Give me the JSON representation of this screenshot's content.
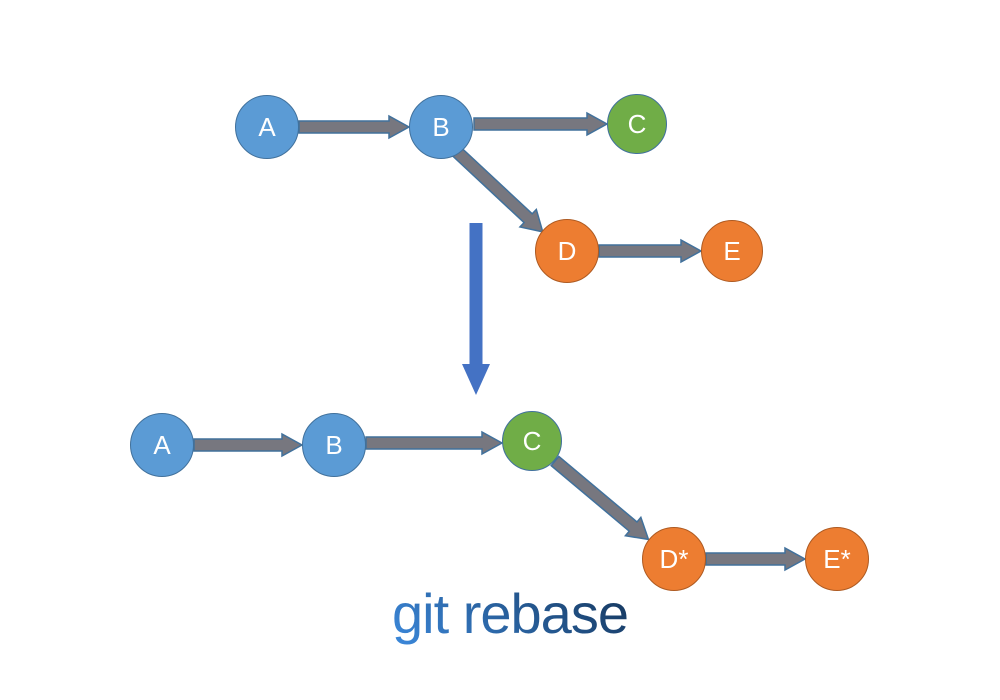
{
  "caption": {
    "text": "git rebase"
  },
  "colors": {
    "background": "#FFFFFF",
    "node_blue_fill": "#5B9BD5",
    "node_blue_border": "#41719C",
    "node_green_fill": "#70AD47",
    "node_green_border": "#41719C",
    "node_orange_fill": "#ED7D31",
    "node_orange_border": "#AE5A21",
    "arrow_fill": "#77777F",
    "arrow_border": "#41719C",
    "transform_arrow_fill": "#4472C4",
    "caption_gradient_start": "#3E8EE4",
    "caption_gradient_end": "#15365C"
  },
  "before": {
    "description": "commit graph before rebase",
    "nodes": [
      {
        "label": "A",
        "color": "blue"
      },
      {
        "label": "B",
        "color": "blue"
      },
      {
        "label": "C",
        "color": "green"
      },
      {
        "label": "D",
        "color": "orange"
      },
      {
        "label": "E",
        "color": "orange"
      }
    ],
    "edges": [
      {
        "from": "A",
        "to": "B"
      },
      {
        "from": "B",
        "to": "C"
      },
      {
        "from": "B",
        "to": "D"
      },
      {
        "from": "D",
        "to": "E"
      }
    ]
  },
  "after": {
    "description": "commit graph after rebase",
    "nodes": [
      {
        "label": "A",
        "color": "blue"
      },
      {
        "label": "B",
        "color": "blue"
      },
      {
        "label": "C",
        "color": "green"
      },
      {
        "label": "D*",
        "color": "orange"
      },
      {
        "label": "E*",
        "color": "orange"
      }
    ],
    "edges": [
      {
        "from": "A",
        "to": "B"
      },
      {
        "from": "B",
        "to": "C"
      },
      {
        "from": "C",
        "to": "D*"
      },
      {
        "from": "D*",
        "to": "E*"
      }
    ]
  }
}
